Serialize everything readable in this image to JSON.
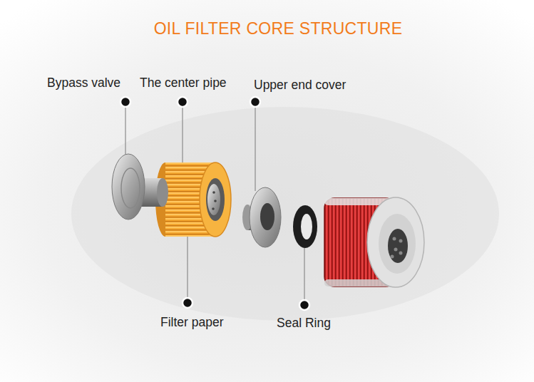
{
  "diagram": {
    "title": "OIL FILTER CORE STRUCTURE",
    "labels": [
      "Bypass valve",
      "The center pipe",
      "Upper end cover",
      "Filter paper",
      "Seal Ring"
    ]
  }
}
